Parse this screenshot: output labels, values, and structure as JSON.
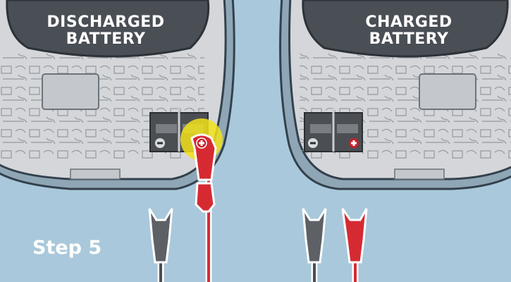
{
  "left_car": {
    "label_line1": "DISCHARGED",
    "label_line2": "BATTERY"
  },
  "right_car": {
    "label_line1": "CHARGED",
    "label_line2": "BATTERY"
  },
  "step_label": "Step 5",
  "colors": {
    "background": "#a9c8db",
    "car_body": "#d4d6d9",
    "car_outline": "#3c4a57",
    "hood": "#4a4f55",
    "battery": "#4b4e52",
    "red_clamp": "#d62a32",
    "black_clamp": "#5d6064",
    "highlight": "#f2e21a"
  },
  "icons": {
    "negative_terminal": "minus-icon",
    "positive_terminal": "plus-icon"
  }
}
